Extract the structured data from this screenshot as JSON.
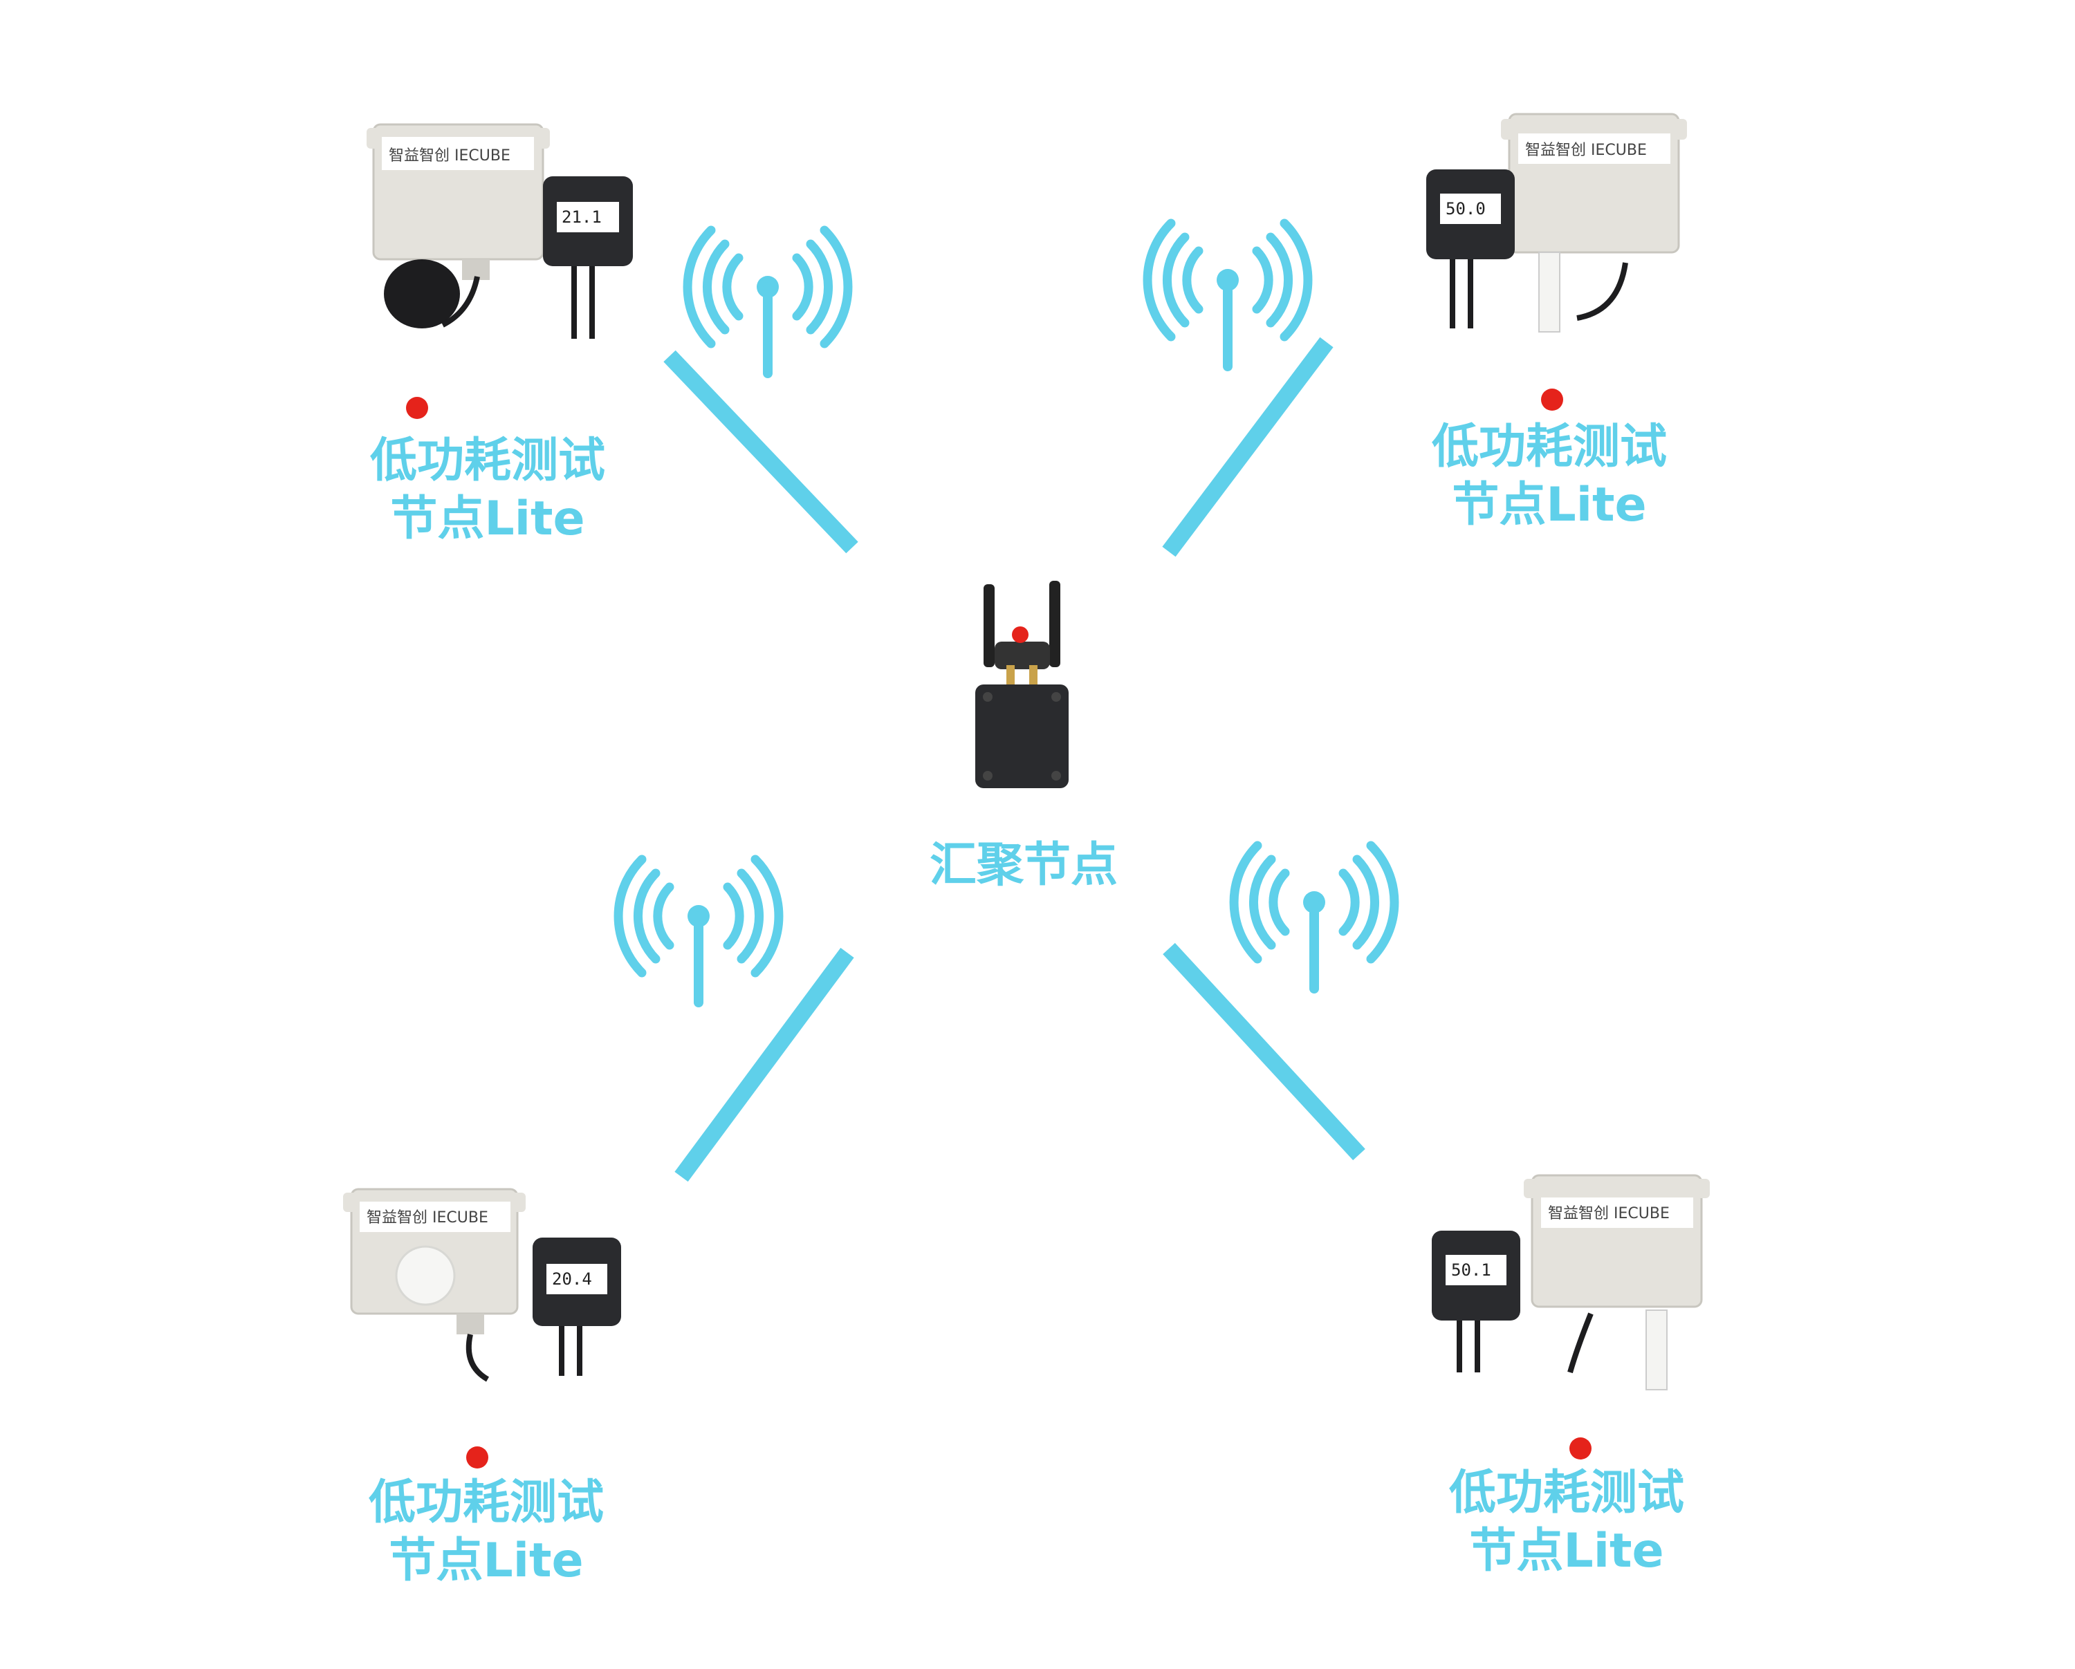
{
  "colors": {
    "accent": "#5fd0ea",
    "background": "#ffffff",
    "housing_light": "#e4e2dc",
    "housing_dark": "#2a2b2e",
    "indicator_red": "#e5231b"
  },
  "hub": {
    "label": "汇聚节点",
    "device": "gateway-with-two-antennas"
  },
  "nodes": [
    {
      "id": "top-left",
      "line1": "低功耗测试",
      "line2": "节点Lite",
      "sensor": "noise-sensor",
      "brand": "智益智创 IECUBE",
      "display": "21.1"
    },
    {
      "id": "top-right",
      "line1": "低功耗测试",
      "line2": "节点Lite",
      "sensor": "humidity-probe",
      "brand": "智益智创 IECUBE",
      "display": "50.0"
    },
    {
      "id": "bottom-left",
      "line1": "低功耗测试",
      "line2": "节点Lite",
      "sensor": "light-dome",
      "brand": "智益智创 IECUBE",
      "display": "20.4"
    },
    {
      "id": "bottom-right",
      "line1": "低功耗测试",
      "line2": "节点Lite",
      "sensor": "humidity-probe",
      "brand": "智益智创 IECUBE",
      "display": "50.1"
    }
  ],
  "icons": [
    "wireless-signal-icon",
    "wireless-signal-icon",
    "wireless-signal-icon",
    "wireless-signal-icon"
  ]
}
